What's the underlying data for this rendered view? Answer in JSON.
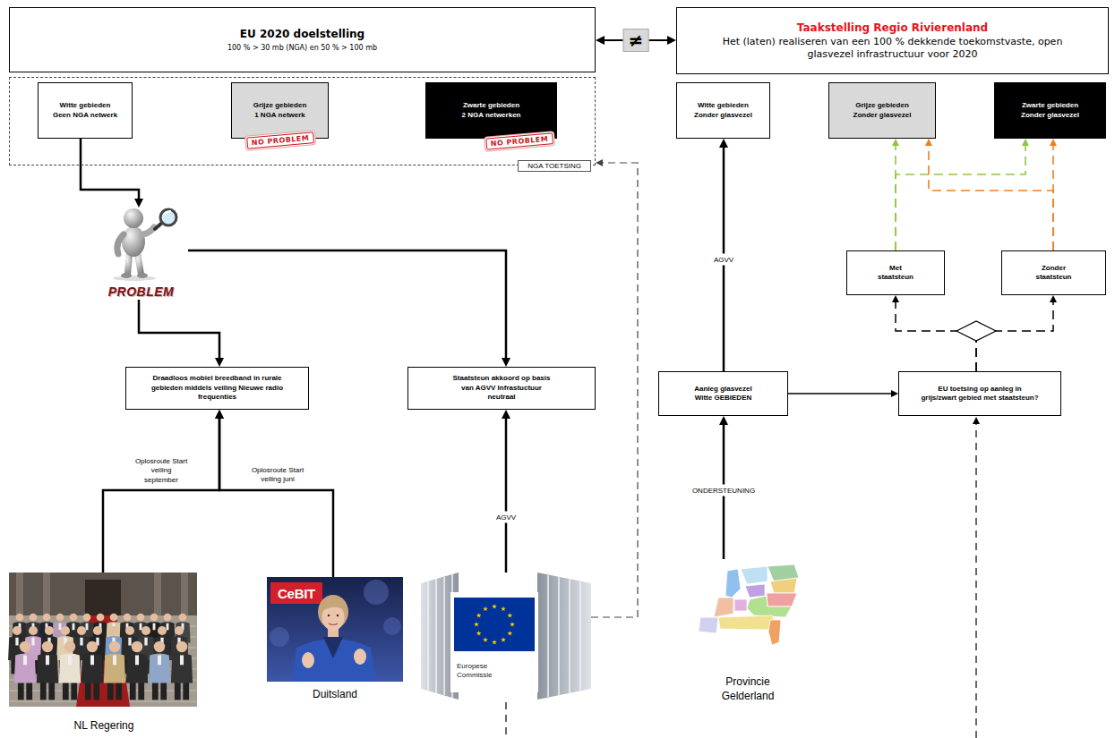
{
  "diagram": {
    "nodes": [
      {
        "text": [
          "EU 2020 doelstelling",
          "100 % > 30 mb (NGA) en 50 % > 100 mb"
        ]
      },
      {
        "text": [
          "Taakstelling Regio Rivierenland",
          "Het (laten) realiseren van een 100 % dekkende toekomstvaste, open glasvezel infrastructuur voor 2020"
        ]
      },
      {
        "text": [
          "NGA TOETSING"
        ]
      },
      {
        "text": [
          "Witte gebieden",
          "Geen NGA netwerk"
        ],
        "in": 2
      },
      {
        "text": [
          "Grijze gebieden",
          "1 NGA netwerk"
        ],
        "in": 2
      },
      {
        "text": [
          "Zwarte gebieden",
          "2 NGA netwerken"
        ],
        "in": 2
      },
      {
        "text": [
          "Witte gebieden",
          "Zonder glasvezel"
        ]
      },
      {
        "text": [
          "Grijze gebieden",
          "Zonder glasvezel"
        ]
      },
      {
        "text": [
          "Zwarte gebieden",
          "Zonder glasvezel"
        ]
      },
      {
        "text": [
          "PROBLEM"
        ]
      },
      {
        "text": [
          "Met staatsteun"
        ]
      },
      {
        "text": [
          "Zonder staatsteun"
        ]
      },
      {
        "text": [
          "Draadloos mobiel breedband in rurale gebieden middels veiling Nieuwe radio frequenties"
        ]
      },
      {
        "text": [
          "Staatsteun akkoord op basis van AGVV Infrastuctuur neutraal"
        ]
      },
      {
        "text": [
          "Aanleg glasvezel Witte GEBIEDEN"
        ]
      },
      {
        "text": [
          "EU toetsing op aanleg in grijs/zwart gebied met staatsteun?"
        ]
      },
      {
        "text": [
          "NL Regering"
        ]
      },
      {
        "text": [
          "Duitsland"
        ]
      },
      {
        "text": [
          "Europese Commissie"
        ]
      },
      {
        "text": [
          "Provincie Gelderland"
        ]
      }
    ],
    "edges": [
      {
        "from": 0,
        "to": 1,
        "arrow": "both",
        "label": "≠"
      },
      {
        "from": 3,
        "to": 9,
        "arrow": "to"
      },
      {
        "from": 9,
        "to": 12,
        "arrow": "to"
      },
      {
        "from": 9,
        "to": 13,
        "arrow": "to"
      },
      {
        "from": 16,
        "to": 12,
        "arrow": "to",
        "label": "Oplosroute Start veiling september"
      },
      {
        "from": 17,
        "to": 12,
        "arrow": "to",
        "label": "Oplosroute Start veiling juni"
      },
      {
        "from": 18,
        "to": 13,
        "arrow": "to",
        "label": "AGVV"
      },
      {
        "from": 18,
        "to": 2,
        "arrow": "to"
      },
      {
        "from": 14,
        "to": 6,
        "arrow": "to",
        "label": "AGVV"
      },
      {
        "from": 19,
        "to": 14,
        "arrow": "to",
        "label": "ONDERSTEUNING"
      },
      {
        "from": 14,
        "to": 15,
        "arrow": "to"
      },
      {
        "from": 15,
        "to": 10,
        "arrow": "to"
      },
      {
        "from": 15,
        "to": 11,
        "arrow": "to"
      },
      {
        "from": 10,
        "to": 7,
        "arrow": "to"
      },
      {
        "from": 10,
        "to": 8,
        "arrow": "to"
      },
      {
        "from": 11,
        "to": 7,
        "arrow": "to"
      },
      {
        "from": 11,
        "to": 8,
        "arrow": "to"
      }
    ],
    "labels": [
      "NO PROBLEM",
      "NO PROBLEM",
      "CeBIT"
    ]
  }
}
